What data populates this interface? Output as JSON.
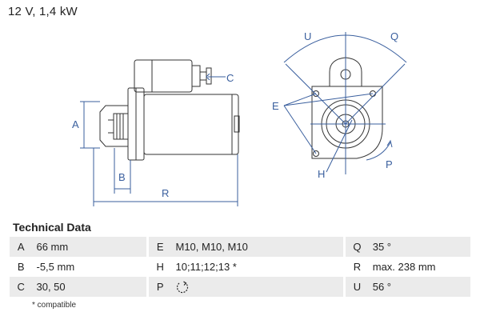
{
  "header": {
    "title": "12 V, 1,4 kW"
  },
  "drawing": {
    "side_labels": {
      "a": "A",
      "b": "B",
      "r": "R",
      "c": "C"
    },
    "front_labels": {
      "u": "U",
      "q": "Q",
      "e": "E",
      "h": "H",
      "p": "P"
    }
  },
  "technical_data": {
    "heading": "Technical Data",
    "rows": [
      [
        {
          "label": "A",
          "value": "66 mm"
        },
        {
          "label": "E",
          "value": "M10, M10, M10"
        },
        {
          "label": "Q",
          "value": "35 °"
        }
      ],
      [
        {
          "label": "B",
          "value": "-5,5 mm"
        },
        {
          "label": "H",
          "value": "10;11;12;13 *"
        },
        {
          "label": "R",
          "value": "max. 238 mm"
        }
      ],
      [
        {
          "label": "C",
          "value": "30, 50"
        },
        {
          "label": "P",
          "value": "",
          "icon": "clockwise-rotation-icon"
        },
        {
          "label": "U",
          "value": "56 °"
        }
      ]
    ]
  },
  "footnote": "* compatible",
  "colors": {
    "dimension": "#3a5f9e",
    "line": "#333333",
    "row_shade": "#ebebeb"
  }
}
